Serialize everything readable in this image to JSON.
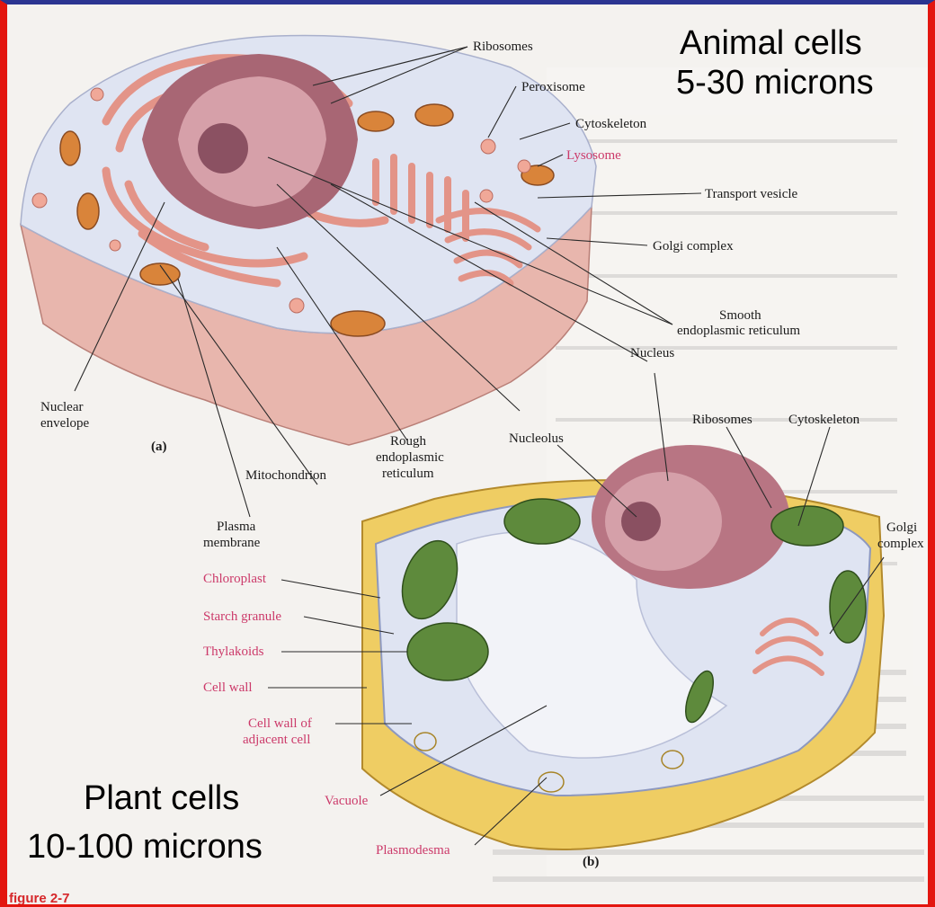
{
  "headings": {
    "animal_line1": "Animal cells",
    "animal_line2": "5-30 microns",
    "plant_line1": "Plant cells",
    "plant_line2": "10-100 microns"
  },
  "figure_tag": "figure 2-7",
  "panels": {
    "a": "(a)",
    "b": "(b)"
  },
  "animal_labels": {
    "ribosomes": "Ribosomes",
    "peroxisome": "Peroxisome",
    "cytoskeleton": "Cytoskeleton",
    "lysosome": "Lysosome",
    "transport_vesicle": "Transport vesicle",
    "golgi_complex": "Golgi complex",
    "smooth_er_1": "Smooth",
    "smooth_er_2": "endoplasmic reticulum",
    "nucleus": "Nucleus",
    "nuclear_envelope_1": "Nuclear",
    "nuclear_envelope_2": "envelope",
    "nucleolus": "Nucleolus",
    "rough_er_1": "Rough",
    "rough_er_2": "endoplasmic",
    "rough_er_3": "reticulum",
    "mitochondrion": "Mitochondrion",
    "plasma_membrane_1": "Plasma",
    "plasma_membrane_2": "membrane"
  },
  "plant_labels": {
    "ribosomes": "Ribosomes",
    "cytoskeleton": "Cytoskeleton",
    "golgi_1": "Golgi",
    "golgi_2": "complex",
    "chloroplast": "Chloroplast",
    "starch_granule": "Starch granule",
    "thylakoids": "Thylakoids",
    "cell_wall": "Cell wall",
    "cell_wall_adj_1": "Cell wall of",
    "cell_wall_adj_2": "adjacent cell",
    "vacuole": "Vacuole",
    "plasmodesma": "Plasmodesma"
  },
  "colors": {
    "frame_side": "#e3160f",
    "frame_top": "#2b3591",
    "plant_only_label": "#cc3a6a",
    "cytoplasm": "#dfe4f2",
    "cell_base": "#eab8b0",
    "nucleus": "#b97a86",
    "er": "#e39488",
    "chloroplast": "#5e8a3c",
    "cell_wall": "#efcd63"
  }
}
